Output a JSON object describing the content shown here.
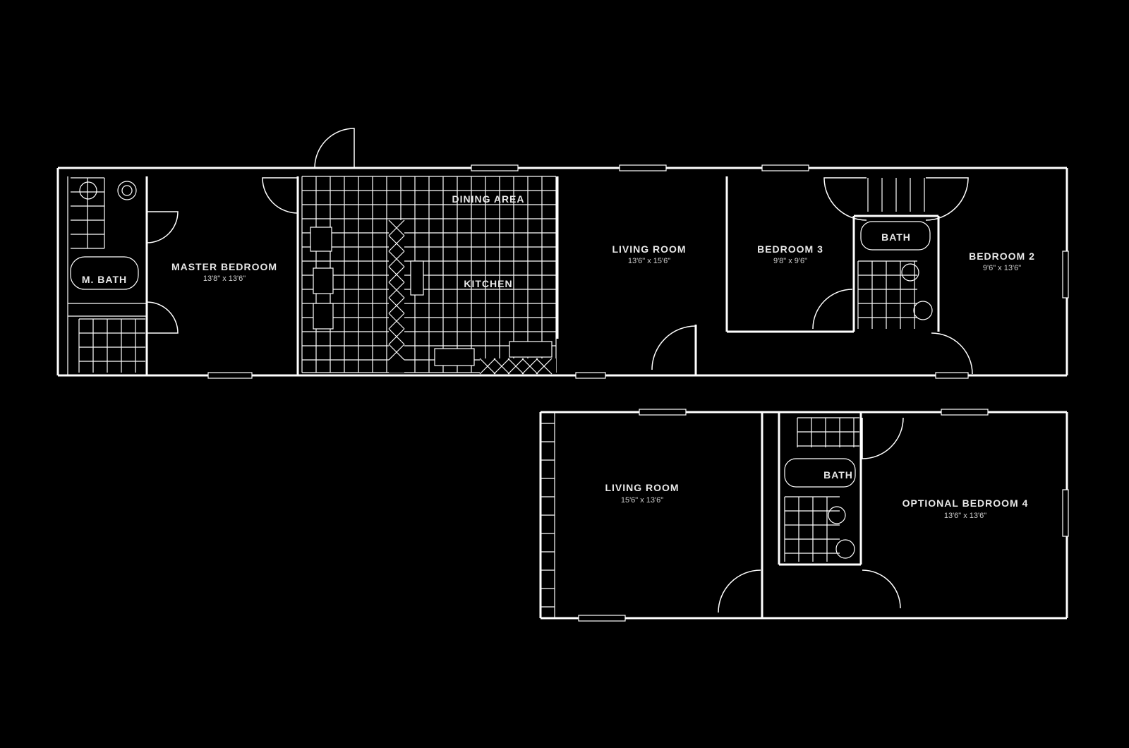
{
  "plan": {
    "background": "#000000",
    "line_color": "#ffffff",
    "rooms": [
      {
        "id": "master_bath",
        "name": "M. BATH",
        "dims": ""
      },
      {
        "id": "master_bedroom",
        "name": "MASTER BEDROOM",
        "dims": "13'8\" x 13'6\""
      },
      {
        "id": "dining_area",
        "name": "DINING AREA",
        "dims": ""
      },
      {
        "id": "kitchen",
        "name": "KITCHEN",
        "dims": ""
      },
      {
        "id": "living_room",
        "name": "LIVING ROOM",
        "dims": "13'6\" x 15'6\""
      },
      {
        "id": "bedroom_3",
        "name": "BEDROOM 3",
        "dims": "9'8\" x 9'6\""
      },
      {
        "id": "bath",
        "name": "BATH",
        "dims": ""
      },
      {
        "id": "bedroom_2",
        "name": "BEDROOM 2",
        "dims": "9'6\" x 13'6\""
      },
      {
        "id": "alt_bath",
        "name": "BATH",
        "dims": ""
      },
      {
        "id": "alt_living_room",
        "name": "LIVING ROOM",
        "dims": "15'6\" x 13'6\""
      },
      {
        "id": "optional_bedroom",
        "name": "OPTIONAL BEDROOM 4",
        "dims": "13'6\" x 13'6\""
      }
    ]
  }
}
